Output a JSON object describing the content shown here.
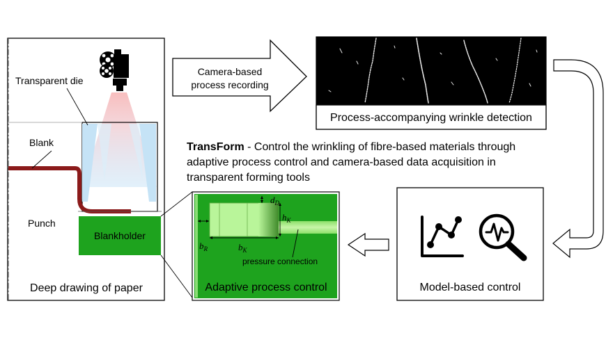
{
  "deep_drawing": {
    "caption": "Deep drawing of paper",
    "label_die": "Transparent die",
    "label_blank": "Blank",
    "label_punch": "Punch",
    "label_blankholder": "Blankholder",
    "camera_icon": "film-camera-icon"
  },
  "arrow_top": {
    "line1": "Camera-based",
    "line2": "process recording"
  },
  "wrinkle_detection": {
    "caption": "Process-accompanying wrinkle detection"
  },
  "description": {
    "bold": "TransForm",
    "line1": " - Control the wrinkling of fibre-based materials through",
    "line2": "adaptive process control and camera-based data acquisition in",
    "line3": "transparent forming tools"
  },
  "adaptive": {
    "caption": "Adaptive process control",
    "label_dD": "d",
    "label_dD_sub": "D",
    "label_hK": "h",
    "label_hK_sub": "K",
    "label_bR": "b",
    "label_bR_sub": "R",
    "label_bK": "b",
    "label_bK_sub": "K",
    "label_pressure": "pressure connection"
  },
  "model_control": {
    "caption": "Model-based control",
    "icon_chart": "line-chart-icon",
    "icon_magnifier": "magnifier-pulse-icon"
  },
  "colors": {
    "green": "#1ea31e",
    "dark_red": "#8b1a1a",
    "light_blue": "#c5e3f6",
    "light_green": "#b9f59a"
  }
}
